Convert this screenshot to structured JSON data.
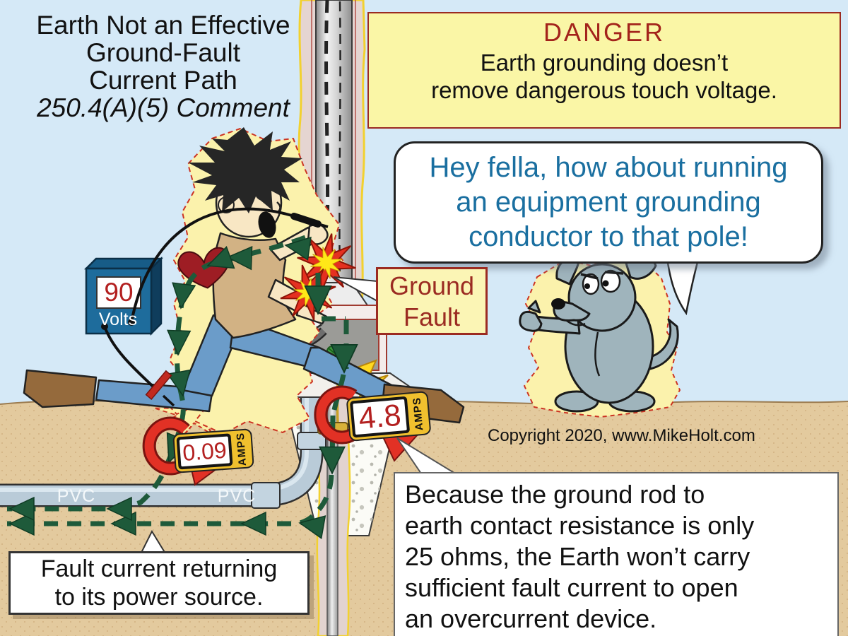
{
  "title": {
    "lines": [
      "Earth Not an Effective",
      "Ground-Fault",
      "Current Path",
      "250.4(A)(5) Comment"
    ]
  },
  "danger_box": {
    "heading": "DANGER",
    "lines": [
      "Earth grounding doesn’t",
      "remove dangerous touch voltage."
    ]
  },
  "speech_bubble": {
    "lines": [
      "Hey fella, how about running",
      "an equipment grounding",
      "conductor to that pole!"
    ]
  },
  "ground_fault_label": {
    "lines": [
      "Ground",
      "Fault"
    ]
  },
  "voltmeter": {
    "value": "90",
    "unit": "Volts"
  },
  "clamp_meter_earth": {
    "value": "0.09",
    "unit": "AMPS"
  },
  "clamp_meter_rod": {
    "value": "4.8",
    "unit": "AMPS"
  },
  "conduit_labels": {
    "left": "PVC",
    "right": "PVC"
  },
  "copyright": "Copyright 2020, www.MikeHolt.com",
  "caption_left": {
    "lines": [
      "Fault current returning",
      "to its power source."
    ]
  },
  "caption_right": {
    "lines": [
      "Because the ground rod to",
      "earth contact resistance is only",
      "25 ohms, the Earth won’t carry",
      "sufficient fault current to open",
      "an overcurrent device."
    ]
  },
  "colors": {
    "sky": "#D5E9F7",
    "earth": "#E3CA9E",
    "glow_yellow": "#FBF2AC",
    "glow_border_red": "#CC3322",
    "warning_box_yellow": "#FAF6A6",
    "dark_red": "#9B2B22",
    "speech_blue": "#1A6FA0",
    "arrow_green": "#1E5A3A",
    "meter_yellow": "#F0C02E",
    "display_red": "#B32020",
    "clamp_red": "#E23125",
    "voltmeter_blue": "#1E6C9C",
    "jeans_blue": "#6B9CC9",
    "shirt_tan": "#D2B284",
    "dog_gray": "#9FB4BC"
  }
}
